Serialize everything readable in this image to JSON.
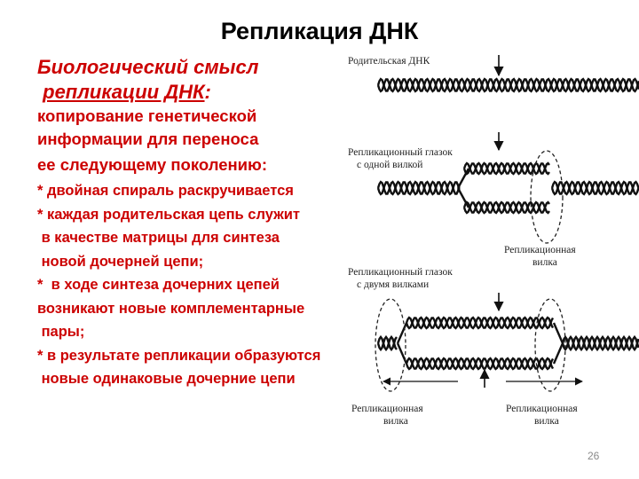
{
  "slide": {
    "title": "Репликация ДНК",
    "page_number": "26",
    "colors": {
      "text_accent": "#cc0000",
      "title": "#000000",
      "figure_ink": "#111111"
    }
  },
  "text": {
    "heading_line1": "Биологический смысл",
    "heading_line2_u": "репликации ДНК",
    "heading_line2_tail": ":",
    "body_lines": [
      "копирование генетической",
      "информации для переноса",
      "ее следующему поколению:"
    ],
    "bullet_lines": [
      "* двойная спираль раскручивается",
      "* каждая родительская цепь служит",
      " в качестве матрицы для синтеза",
      " новой дочерней цепи;",
      "*  в ходе синтеза дочерних цепей",
      "возникают новые комплементарные",
      " пары;",
      "* в результате репликации образуются",
      " новые одинаковые дочерние цепи"
    ]
  },
  "figure": {
    "label_parent_dna": "Родительская ДНК",
    "label_eye_one_fork_1": "Репликационный глазок",
    "label_eye_one_fork_2": "с одной вилкой",
    "label_fork_a_1": "Репликационная",
    "label_fork_a_2": "вилка",
    "label_eye_two_forks_1": "Репликационный глазок",
    "label_eye_two_forks_2": "с двумя вилками",
    "label_fork_b_1": "Репликационная",
    "label_fork_b_2": "вилка",
    "label_fork_c_1": "Репликационная",
    "label_fork_c_2": "вилка"
  }
}
